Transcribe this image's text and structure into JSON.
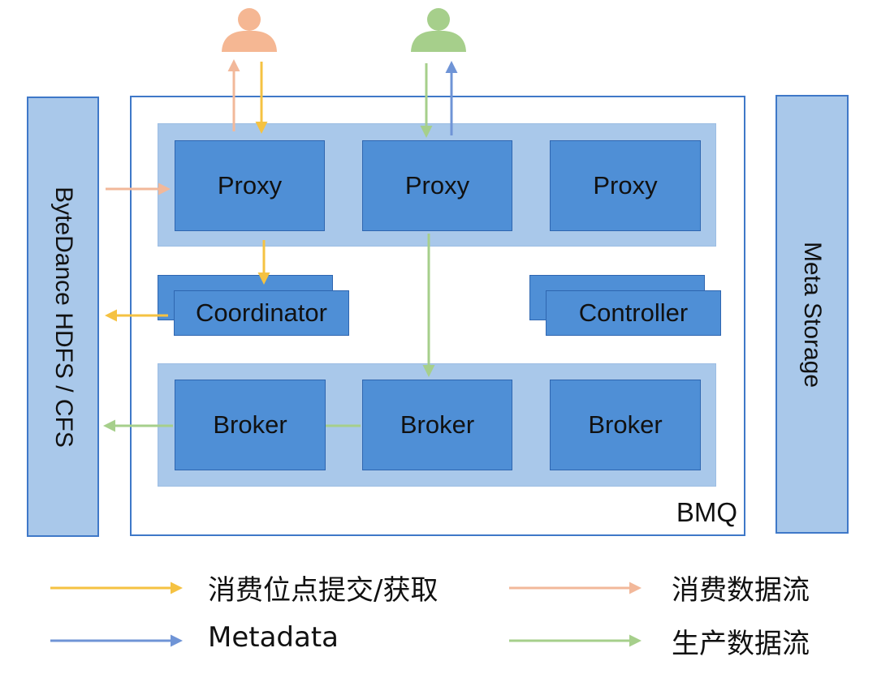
{
  "left_storage": {
    "label": "ByteDance HDFS / CFS"
  },
  "right_storage": {
    "label": "Meta Storage"
  },
  "bmq": {
    "label": "BMQ"
  },
  "proxies": [
    "Proxy",
    "Proxy",
    "Proxy"
  ],
  "coordinator": {
    "label": "Coordinator"
  },
  "controller": {
    "label": "Controller"
  },
  "brokers": [
    "Broker",
    "Broker",
    "Broker"
  ],
  "users": [
    {
      "name": "consumer",
      "icon": "consumer-user-icon",
      "color": "#f5b793"
    },
    {
      "name": "producer",
      "icon": "producer-user-icon",
      "color": "#a6cf8b"
    }
  ],
  "legend": [
    {
      "label": "消费位点提交/获取",
      "color": "#f5c242"
    },
    {
      "label": "消费数据流",
      "color": "#f2b89a"
    },
    {
      "label": "Metadata",
      "color": "#6f94d6"
    },
    {
      "label": "生产数据流",
      "color": "#a6cf8b"
    }
  ],
  "colors": {
    "offset_arrow": "#f5c242",
    "consume_arrow": "#f2b89a",
    "metadata_arrow": "#6f94d6",
    "produce_arrow": "#a6cf8b",
    "node_fill": "#4f8fd6",
    "band_fill": "#a9c8ea",
    "frame_border": "#3f78c8"
  }
}
